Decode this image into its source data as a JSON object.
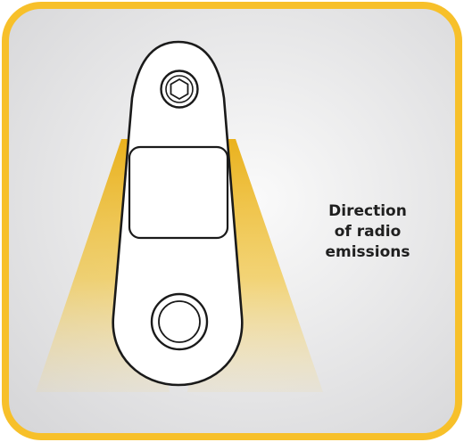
{
  "caption": {
    "lines": [
      "Direction",
      "of radio",
      "emissions"
    ]
  },
  "colors": {
    "frame_border": "#F7C02A",
    "panel_background": "#E4E4E5",
    "beam": "#F2C640",
    "device_fill": "#FFFFFF",
    "device_outline": "#1A1A1A"
  },
  "icons": {
    "top_fastener": "hex-socket-bolt-icon",
    "bottom_fastener": "round-button-icon"
  }
}
